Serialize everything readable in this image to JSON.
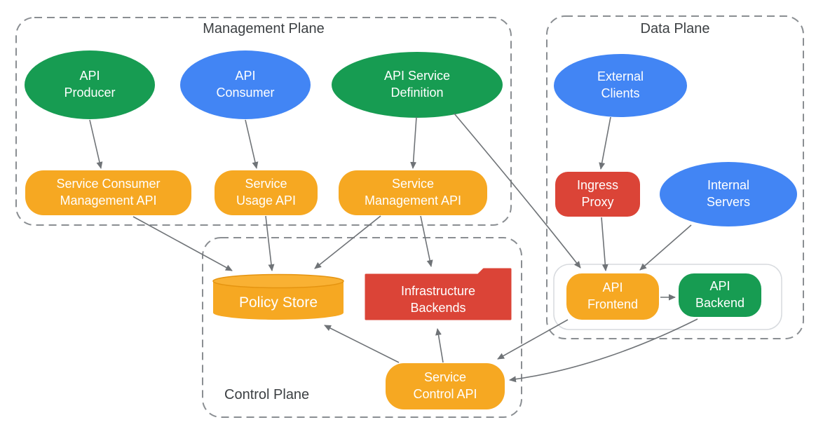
{
  "groups": {
    "management_plane": {
      "title": "Management Plane"
    },
    "data_plane": {
      "title": "Data Plane"
    },
    "control_plane": {
      "title": "Control Plane"
    }
  },
  "nodes": {
    "api_producer": {
      "label": "API\nProducer",
      "shape": "ellipse",
      "color": "#179C52",
      "group": "management_plane"
    },
    "api_consumer": {
      "label": "API\nConsumer",
      "shape": "ellipse",
      "color": "#4285F4",
      "group": "management_plane"
    },
    "api_service_definition": {
      "label": "API Service\nDefinition",
      "shape": "ellipse",
      "color": "#179C52",
      "group": "management_plane"
    },
    "service_consumer_management_api": {
      "label": "Service Consumer\nManagement API",
      "shape": "rounded-rect",
      "color": "#F6A822",
      "group": "management_plane"
    },
    "service_usage_api": {
      "label": "Service\nUsage API",
      "shape": "rounded-rect",
      "color": "#F6A822",
      "group": "management_plane"
    },
    "service_management_api": {
      "label": "Service\nManagement API",
      "shape": "rounded-rect",
      "color": "#F6A822",
      "group": "management_plane"
    },
    "external_clients": {
      "label": "External\nClients",
      "shape": "ellipse",
      "color": "#4285F4",
      "group": "data_plane"
    },
    "ingress_proxy": {
      "label": "Ingress\nProxy",
      "shape": "rounded-rect",
      "color": "#DB4437",
      "group": "data_plane"
    },
    "internal_servers": {
      "label": "Internal\nServers",
      "shape": "ellipse",
      "color": "#4285F4",
      "group": "data_plane"
    },
    "api_frontend": {
      "label": "API\nFrontend",
      "shape": "rounded-rect",
      "color": "#F6A822",
      "group": "data_plane"
    },
    "api_backend": {
      "label": "API\nBackend",
      "shape": "rounded-rect",
      "color": "#179C52",
      "group": "data_plane"
    },
    "policy_store": {
      "label": "Policy Store",
      "shape": "cylinder",
      "color": "#F6A822",
      "group": "control_plane"
    },
    "infrastructure_backends": {
      "label": "Infrastructure\nBackends",
      "shape": "folder",
      "color": "#DB4437",
      "group": "control_plane"
    },
    "service_control_api": {
      "label": "Service\nControl API",
      "shape": "rounded-rect",
      "color": "#F6A822",
      "group": "control_plane"
    }
  },
  "connections": [
    {
      "from": "API Producer",
      "to": "Service Consumer Management API"
    },
    {
      "from": "API Consumer",
      "to": "Service Usage API"
    },
    {
      "from": "API Service Definition",
      "to": "Service Management API"
    },
    {
      "from": "API Service Definition",
      "to": "API Frontend"
    },
    {
      "from": "Service Consumer Management API",
      "to": "Policy Store"
    },
    {
      "from": "Service Usage API",
      "to": "Policy Store"
    },
    {
      "from": "Service Management API",
      "to": "Policy Store"
    },
    {
      "from": "Service Management API",
      "to": "Infrastructure Backends"
    },
    {
      "from": "External Clients",
      "to": "Ingress Proxy"
    },
    {
      "from": "Ingress Proxy",
      "to": "API Frontend"
    },
    {
      "from": "Internal Servers",
      "to": "API Frontend"
    },
    {
      "from": "API Frontend",
      "to": "API Backend"
    },
    {
      "from": "API Frontend",
      "to": "Service Control API"
    },
    {
      "from": "API Backend",
      "to": "Service Control API"
    },
    {
      "from": "Service Control API",
      "to": "Policy Store"
    },
    {
      "from": "Service Control API",
      "to": "Infrastructure Backends"
    }
  ],
  "colors": {
    "green": "#179C52",
    "blue": "#4285F4",
    "orange": "#F6A822",
    "red": "#DB4437",
    "dashed_border": "#8A8E92",
    "arrow": "#6F7377",
    "title_text": "#3C4043",
    "container_border": "#D7DADE"
  }
}
